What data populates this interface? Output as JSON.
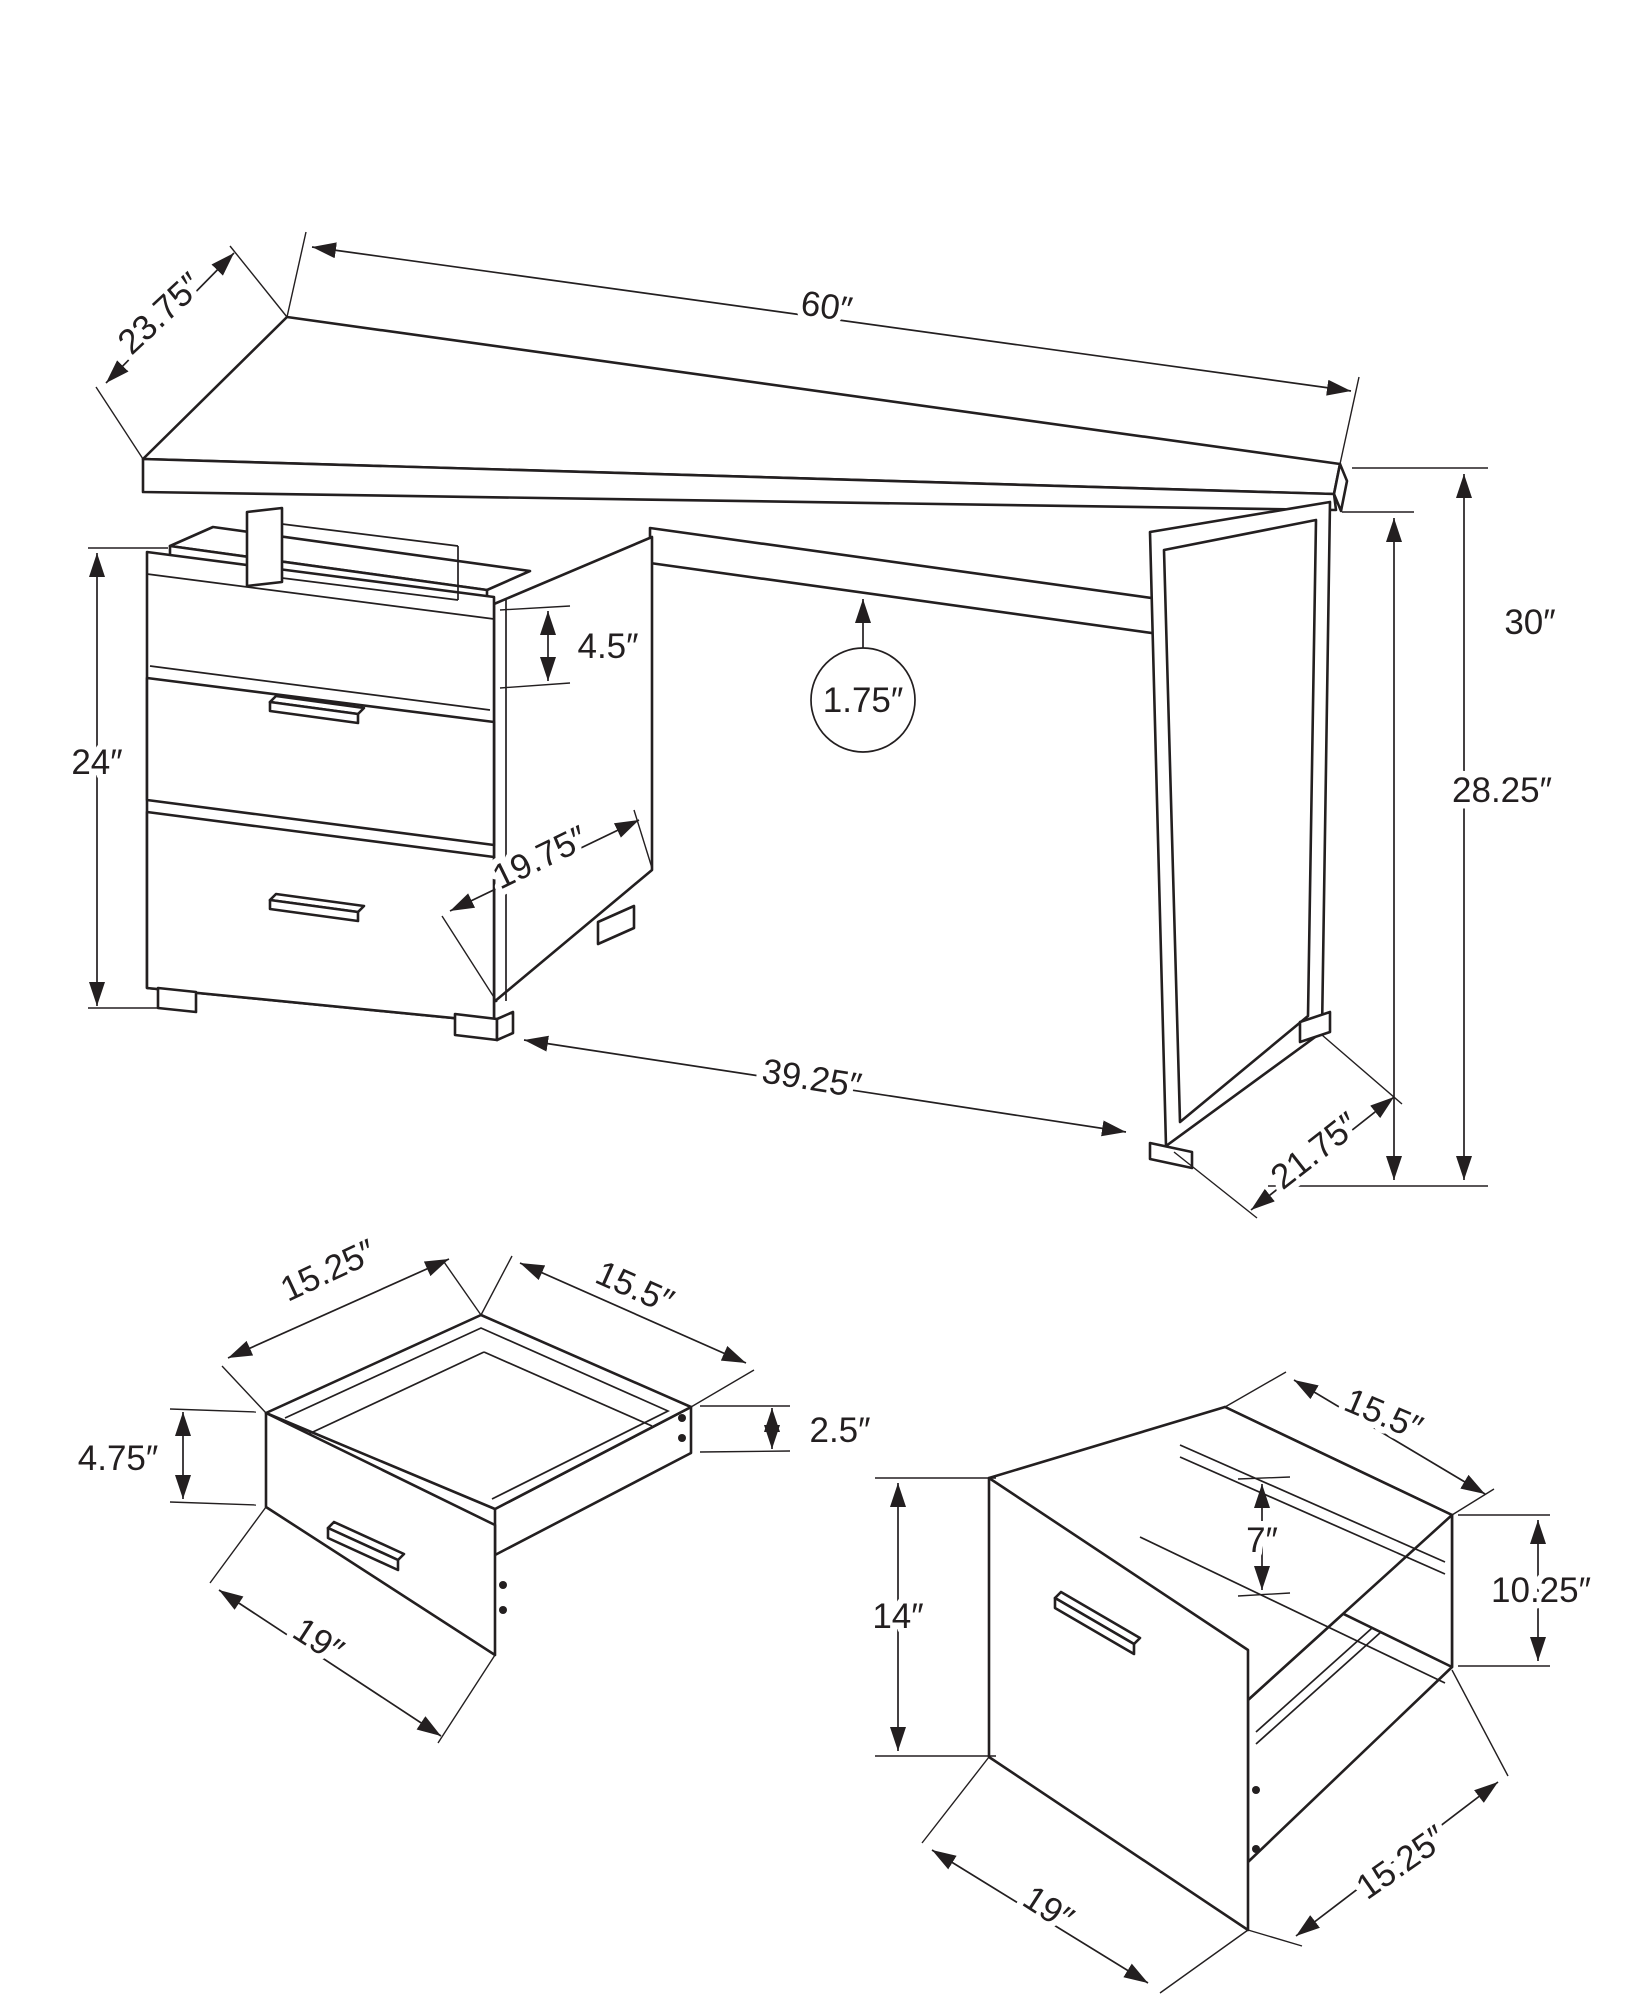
{
  "figure": {
    "type": "furniture-dimension-diagram",
    "background": "#ffffff",
    "line_color": "#231f20"
  },
  "desk": {
    "dims": {
      "top_depth": "23.75″",
      "top_width": "60″",
      "overall_height": "30″",
      "underside_clearance": "28.25″",
      "cabinet_height": "24″",
      "open_shelf_height": "4.5″",
      "panel_thickness": "1.75″",
      "cabinet_depth": "19.75″",
      "knee_clearance_width": "39.25″",
      "leg_depth": "21.75″"
    }
  },
  "small_drawer": {
    "dims": {
      "back_width": "15.25″",
      "top_width": "15.5″",
      "front_height": "4.75″",
      "side_height": "2.5″",
      "depth": "19″"
    }
  },
  "large_drawer": {
    "dims": {
      "top_width": "15.5″",
      "inner_back_height": "7″",
      "front_height": "14″",
      "side_height": "10.25″",
      "depth": "19″",
      "bottom_width": "15.25″"
    }
  }
}
